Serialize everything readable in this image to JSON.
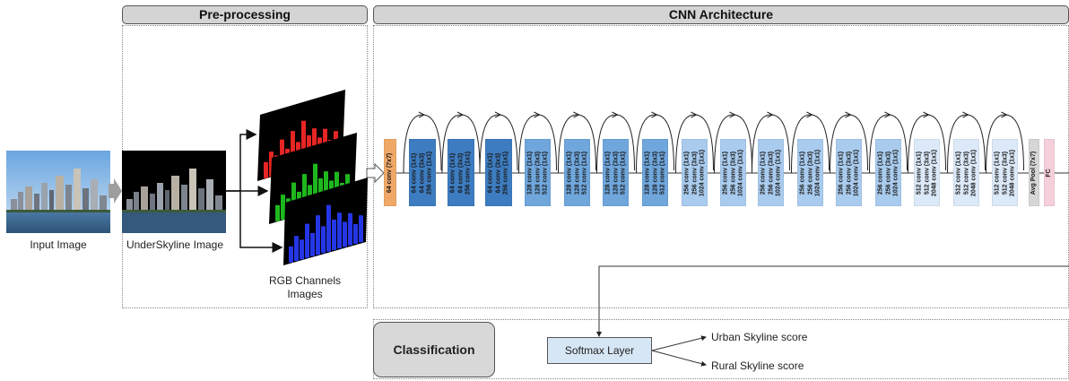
{
  "preprocessing": {
    "title": "Pre-processing"
  },
  "cnn": {
    "title": "CNN Architecture"
  },
  "input_caption": "Input Image",
  "underskyline_caption": "UnderSkyline Image",
  "rgb_caption_line1": "RGB Channels",
  "rgb_caption_line2": "Images",
  "channel_colors": {
    "red": "#ff2a2a",
    "green": "#22cc22",
    "blue": "#2a3cff"
  },
  "layers": [
    {
      "lines": [
        "64 conv (7x7)"
      ],
      "color": "#f0a866"
    },
    {
      "lines": [
        "64 conv (1x1)",
        "64 conv (3x3)",
        "256 conv (1x1)"
      ],
      "color": "#3d7cc0"
    },
    {
      "lines": [
        "64 conv (1x1)",
        "64 conv (3x3)",
        "256 conv (1x1)"
      ],
      "color": "#3d7cc0"
    },
    {
      "lines": [
        "64 conv (1x1)",
        "64 conv (3x3)",
        "256 conv (1x1)"
      ],
      "color": "#3d7cc0"
    },
    {
      "lines": [
        "128 conv (1x1)",
        "128 conv (3x3)",
        "512 conv (1x1)"
      ],
      "color": "#6fa6dc"
    },
    {
      "lines": [
        "128 conv (1x1)",
        "128 conv (3x3)",
        "512 conv (1x1)"
      ],
      "color": "#6fa6dc"
    },
    {
      "lines": [
        "128 conv (1x1)",
        "128 conv (3x3)",
        "512 conv (1x1)"
      ],
      "color": "#6fa6dc"
    },
    {
      "lines": [
        "128 conv (1x1)",
        "128 conv (3x3)",
        "512 conv (1x1)"
      ],
      "color": "#6fa6dc"
    },
    {
      "lines": [
        "256 conv (1x1)",
        "256 conv (3x3)",
        "1024 conv (1x1)"
      ],
      "color": "#a9cbee"
    },
    {
      "lines": [
        "256 conv (1x1)",
        "256 conv (3x3)",
        "1024 conv (1x1)"
      ],
      "color": "#a9cbee"
    },
    {
      "lines": [
        "256 conv (1x1)",
        "256 conv (3x3)",
        "1024 conv (1x1)"
      ],
      "color": "#a9cbee"
    },
    {
      "lines": [
        "256 conv (1x1)",
        "256 conv (3x3)",
        "1024 conv (1x1)"
      ],
      "color": "#a9cbee"
    },
    {
      "lines": [
        "256 conv (1x1)",
        "256 conv (3x3)",
        "1024 conv (1x1)"
      ],
      "color": "#a9cbee"
    },
    {
      "lines": [
        "256 conv (1x1)",
        "256 conv (3x3)",
        "1024 conv (1x1)"
      ],
      "color": "#a9cbee"
    },
    {
      "lines": [
        "512 conv (1x1)",
        "512 conv (3x3)",
        "2048 conv (1x1)"
      ],
      "color": "#dbe9f8"
    },
    {
      "lines": [
        "512 conv (1x1)",
        "512 conv (3x3)",
        "2048 conv (1x1)"
      ],
      "color": "#dbe9f8"
    },
    {
      "lines": [
        "512 conv (1x1)",
        "512 conv (3x3)",
        "2048 conv (1x1)"
      ],
      "color": "#dbe9f8"
    },
    {
      "lines": [
        "Avg Pool (7x7)"
      ],
      "color": "#d6d6d6"
    },
    {
      "lines": [
        "FC"
      ],
      "color": "#f5cfd9"
    }
  ],
  "classification": {
    "title": "Classification"
  },
  "softmax_label": "Softmax Layer",
  "scores": {
    "urban": "Urban Skyline score",
    "rural": "Rural Skyline score"
  }
}
